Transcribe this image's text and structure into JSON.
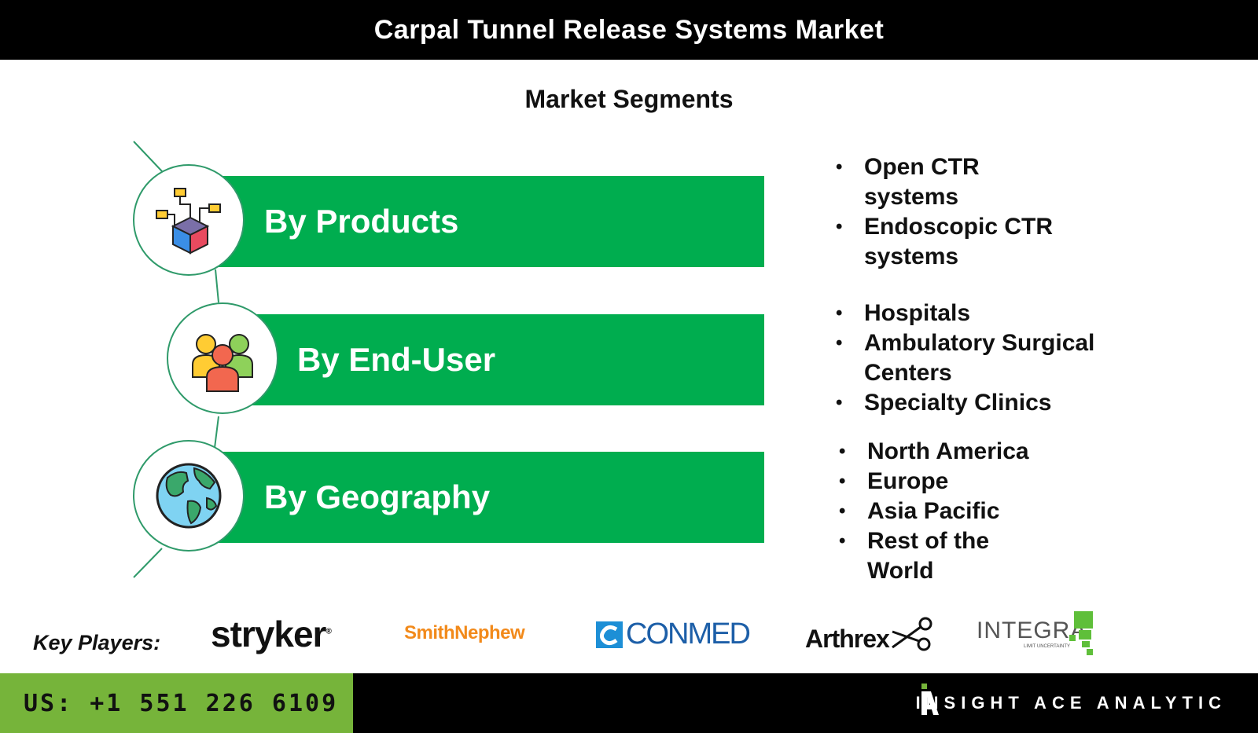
{
  "header": {
    "title": "Carpal Tunnel Release Systems Market"
  },
  "subtitle": "Market Segments",
  "segments": [
    {
      "label": "By Products",
      "icon": "cube-diagram-icon",
      "items": [
        "Open CTR systems",
        "Endoscopic CTR systems"
      ]
    },
    {
      "label": "By End-User",
      "icon": "people-group-icon",
      "items": [
        "Hospitals",
        "Ambulatory Surgical Centers",
        "Specialty Clinics"
      ]
    },
    {
      "label": "By Geography",
      "icon": "globe-icon",
      "items": [
        "North America",
        "Europe",
        "Asia Pacific",
        "Rest of the World"
      ]
    }
  ],
  "key_players": {
    "label": "Key Players:",
    "logos": [
      {
        "name": "stryker",
        "text": "stryker",
        "color": "#111111"
      },
      {
        "name": "smith-nephew",
        "text": "SmithNephew",
        "color": "#f28a1b"
      },
      {
        "name": "conmed",
        "text": "CONMED",
        "color": "#1d5fa8"
      },
      {
        "name": "arthrex",
        "text": "Arthrex",
        "color": "#111111"
      },
      {
        "name": "integra",
        "text": "INTEGRA",
        "tagline": "LIMIT UNCERTAINTY",
        "color": "#555555",
        "accent": "#5fbf3a"
      }
    ]
  },
  "footer": {
    "phone": "US: +1 551 226 6109",
    "brand": "INSIGHT ACE ANALYTIC"
  },
  "colors": {
    "band": "#00ad4f",
    "footer_left": "#76b43a",
    "dark": "#000000"
  }
}
